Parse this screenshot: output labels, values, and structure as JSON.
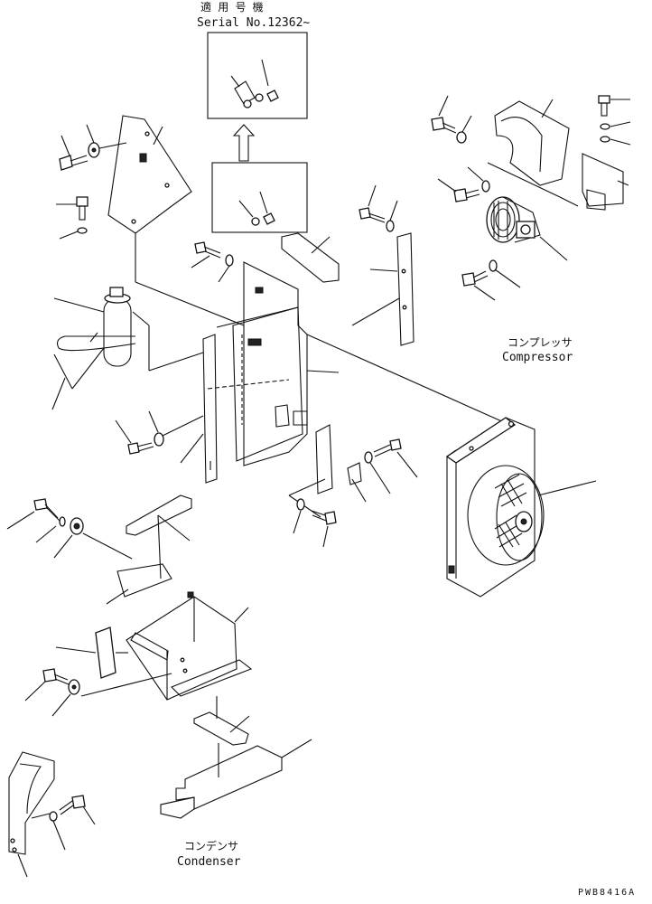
{
  "header_note": {
    "line_jp": "適 用 号 機",
    "line_en": "Serial No.12362~"
  },
  "labels": {
    "compressor_jp": "コンプレッサ",
    "compressor_en": "Compressor",
    "condenser_jp": "コンデンサ",
    "condenser_en": "Condenser",
    "figure_code": "PWB8416A"
  },
  "colors": {
    "ink": "#111111",
    "paper": "#ffffff"
  }
}
